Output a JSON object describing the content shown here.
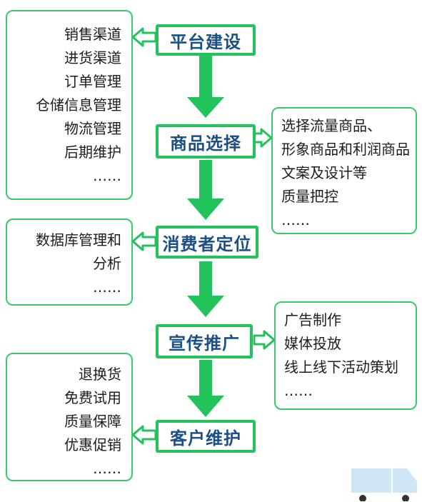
{
  "colors": {
    "accent_green": "#22c35a",
    "panel_border": "#39c96a",
    "step_text": "#1b4f86"
  },
  "steps": [
    {
      "label": "平台建设"
    },
    {
      "label": "商品选择"
    },
    {
      "label": "消费者定位"
    },
    {
      "label": "宣传推广"
    },
    {
      "label": "客户维护"
    }
  ],
  "panels": {
    "platform": [
      "销售渠道",
      "进货渠道",
      "订单管理",
      "仓储信息管理",
      "物流管理",
      "后期维护",
      "……"
    ],
    "product": [
      "选择流量商品、",
      "形象商品和利润商品",
      "文案及设计等",
      "质量把控",
      "……"
    ],
    "consumer": [
      "数据库管理和",
      "分析",
      "……"
    ],
    "promotion": [
      "广告制作",
      "媒体投放",
      "线上线下活动策划",
      "……"
    ],
    "customer": [
      "退换货",
      "免费试用",
      "质量保障",
      "优惠促销",
      "……"
    ]
  },
  "icons": [
    "flow-arrow-icon",
    "truck-icon"
  ]
}
